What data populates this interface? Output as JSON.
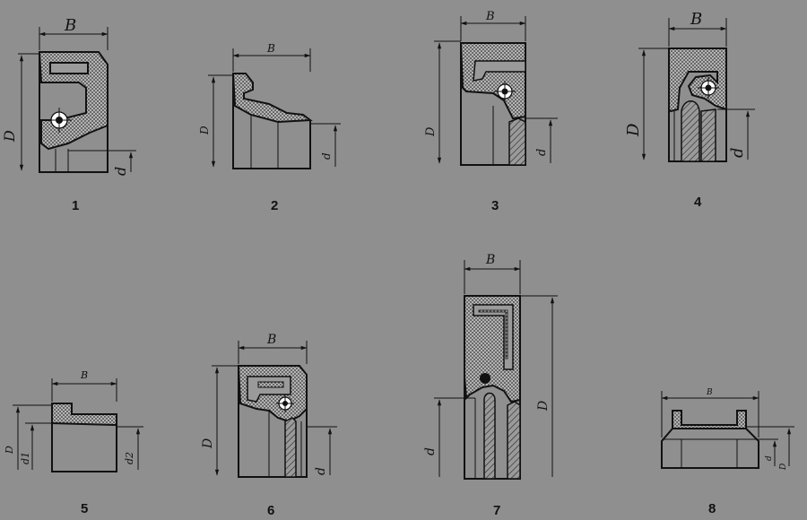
{
  "figures": [
    {
      "number": "1",
      "dims": [
        "B",
        "D",
        "d"
      ]
    },
    {
      "number": "2",
      "dims": [
        "B",
        "D",
        "d"
      ]
    },
    {
      "number": "3",
      "dims": [
        "B",
        "D",
        "d"
      ]
    },
    {
      "number": "4",
      "dims": [
        "B",
        "D",
        "d"
      ]
    },
    {
      "number": "5",
      "dims": [
        "B",
        "D",
        "d1",
        "d2"
      ]
    },
    {
      "number": "6",
      "dims": [
        "B",
        "D",
        "d"
      ]
    },
    {
      "number": "7",
      "dims": [
        "B",
        "D",
        "d"
      ]
    },
    {
      "number": "8",
      "dims": [
        "B",
        "d",
        "D"
      ]
    }
  ],
  "colors": {
    "background": "#8f8f8f",
    "line": "#111111",
    "fill": "#9a9a9a"
  }
}
